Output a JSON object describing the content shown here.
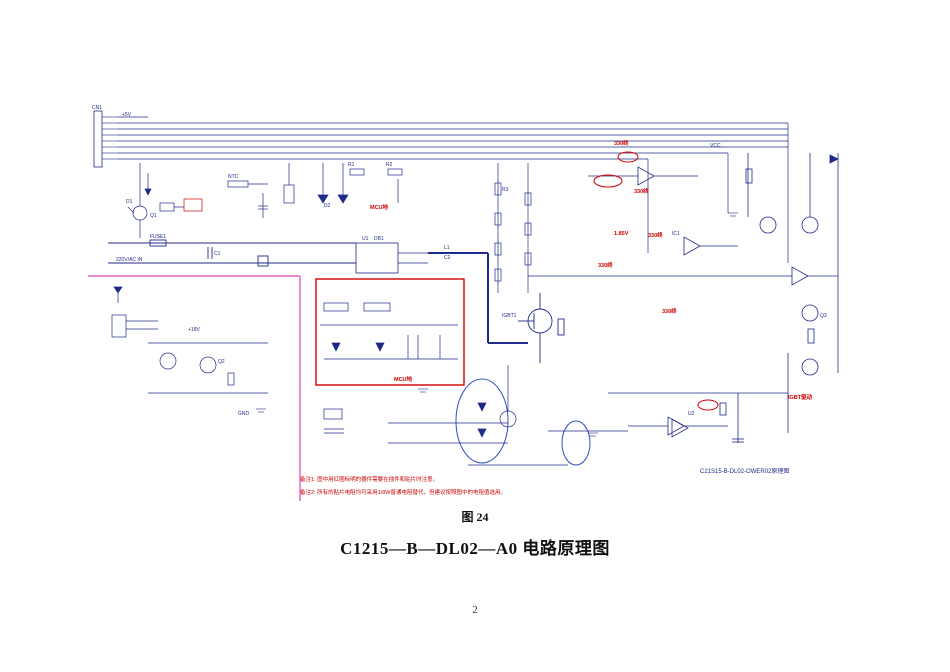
{
  "figure": {
    "label": "图 24",
    "title": "C1215—B—DL02—A0 电路原理图",
    "page_number": "2"
  },
  "schematic": {
    "drawing_title": "C21S15-B-DL02-OWER02原理图",
    "notes": [
      "备注1: 图中用红圈标明的器件需要在插件和贴片时注意。",
      "备注2: 所有的贴片电阻均可采用1/8W普通电阻替代，但建议按照图中的电阻值选用。"
    ],
    "red_labels": [
      "MCU地",
      "MCU地",
      "330终",
      "330终",
      "330终",
      "1.85V",
      "330终",
      "330终",
      "IGBT驱动"
    ],
    "blue_labels": [
      "CN1",
      "+5V",
      "R1",
      "R2",
      "R3",
      "C1",
      "C2",
      "D1",
      "D2",
      "Q1",
      "Q2",
      "Q3",
      "U1",
      "U2",
      "IC1",
      "DB1",
      "FUSE1",
      "NTC",
      "L1",
      "IGBT1",
      "+18V",
      "220V/AC IN",
      "VCC",
      "GND"
    ]
  }
}
